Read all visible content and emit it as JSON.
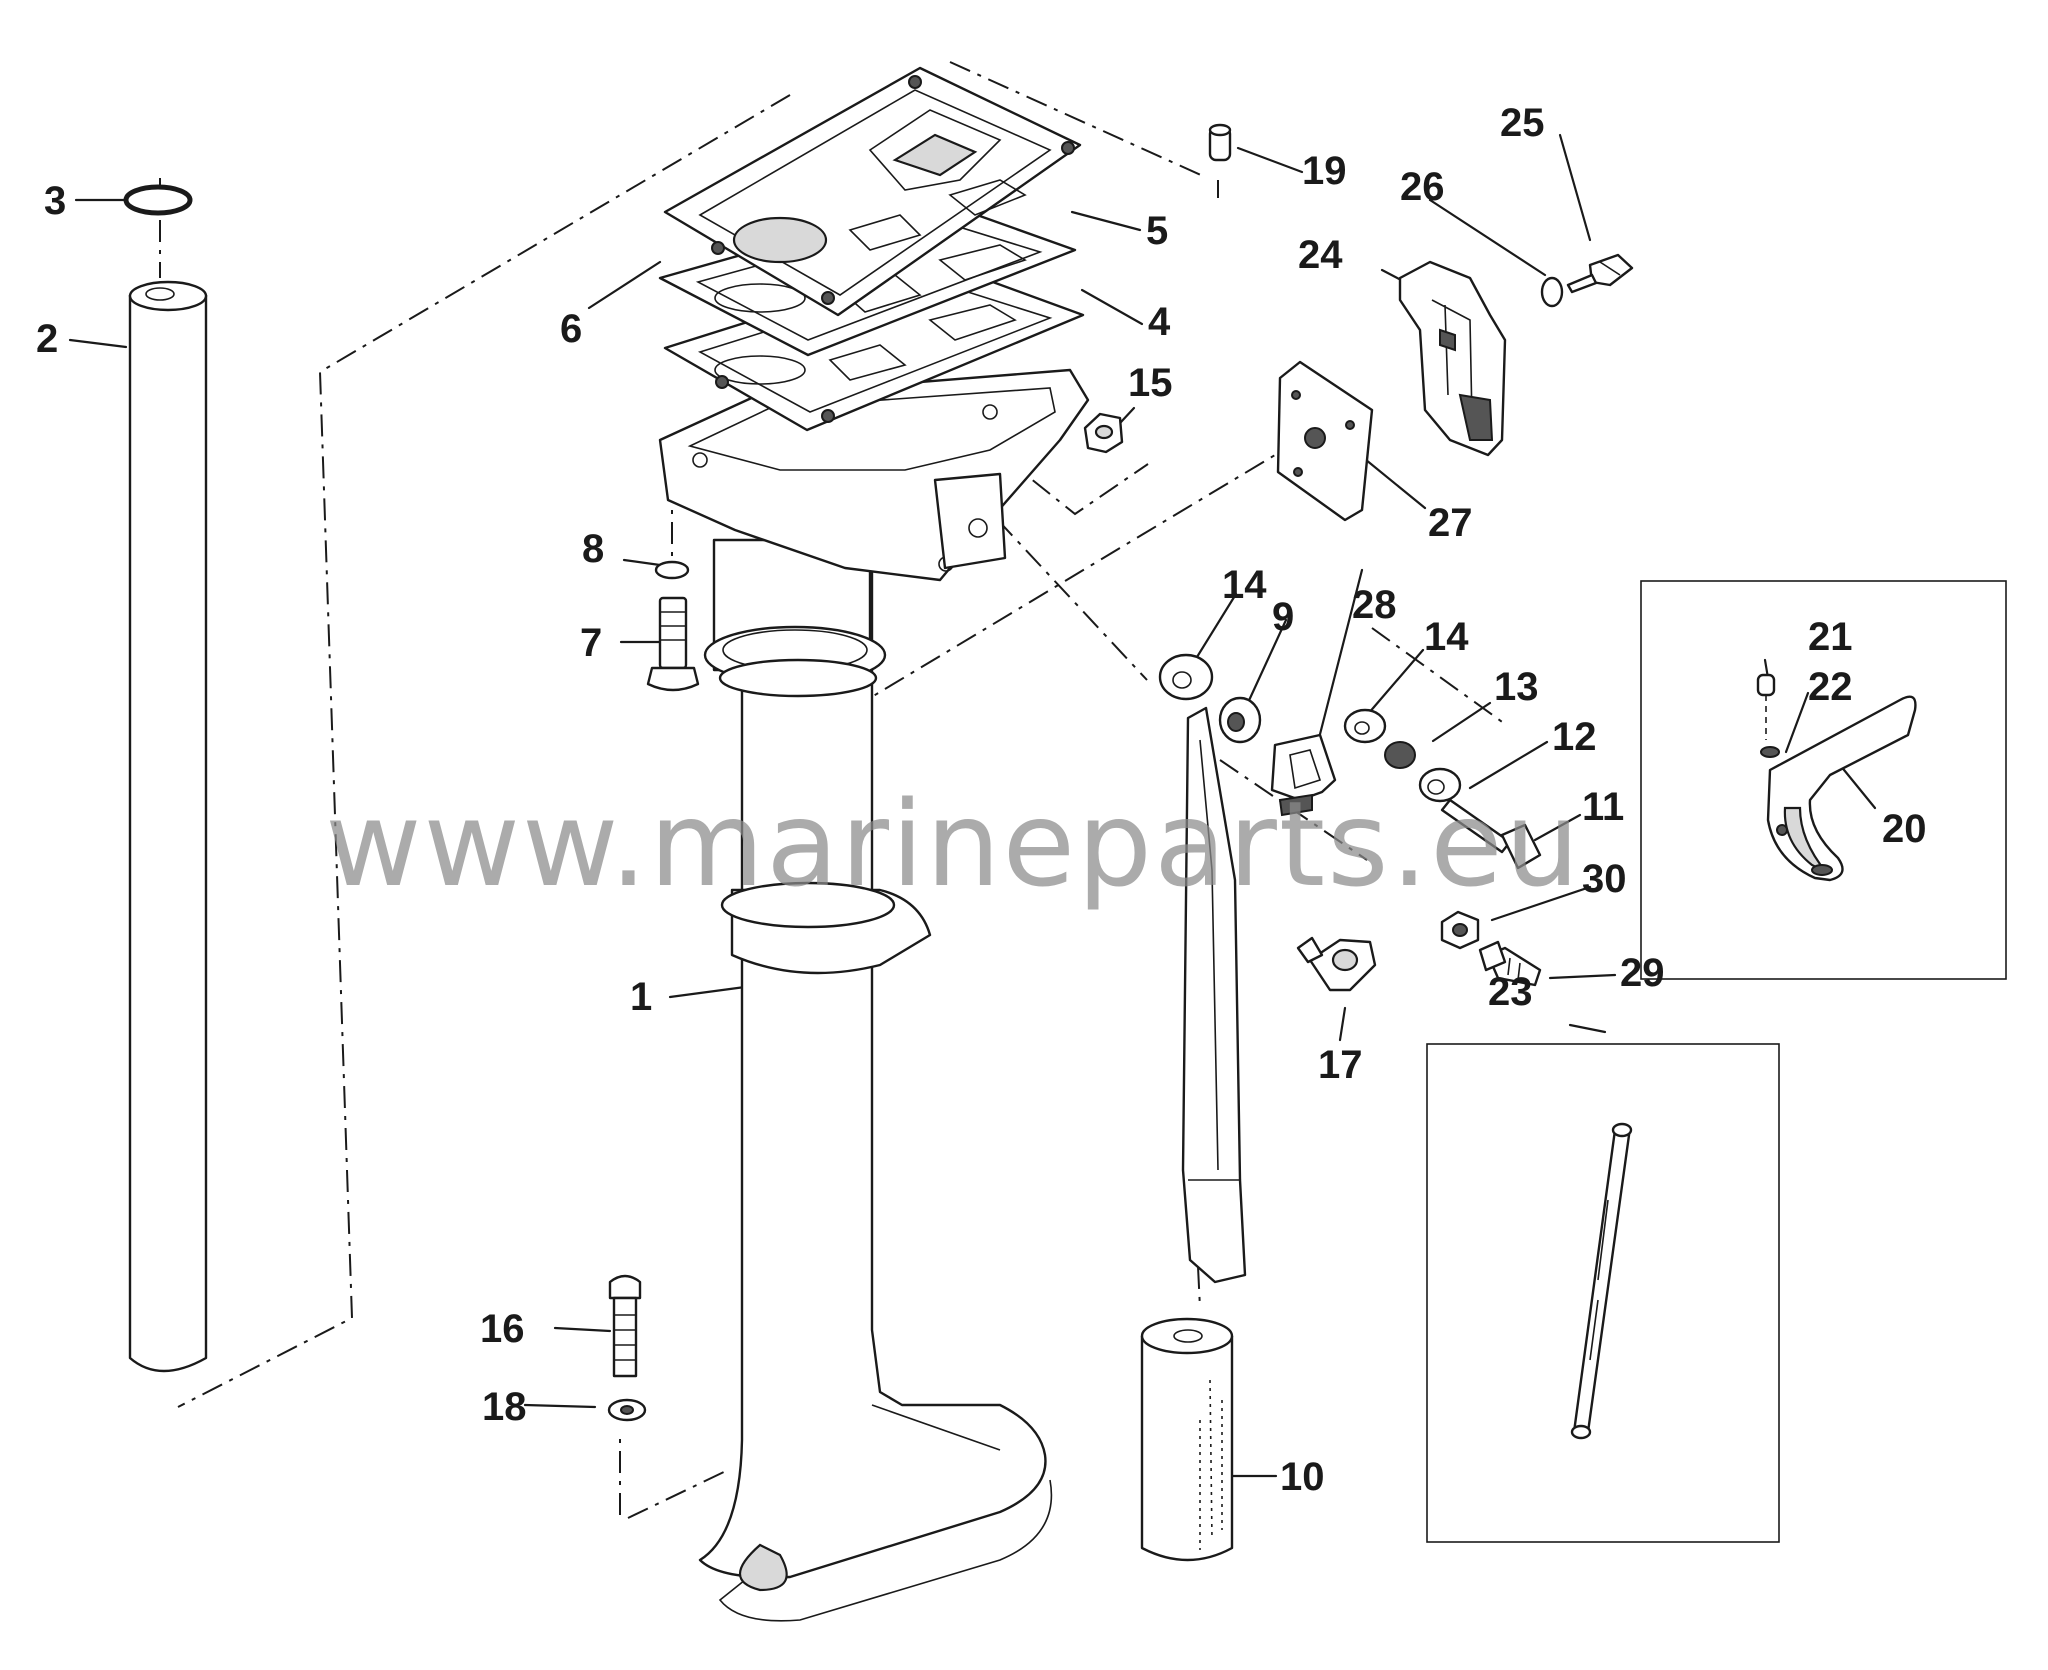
{
  "watermark": "www.marineparts.eu",
  "callouts": [
    {
      "id": "lbl-1",
      "text": "1"
    },
    {
      "id": "lbl-2",
      "text": "2"
    },
    {
      "id": "lbl-3",
      "text": "3"
    },
    {
      "id": "lbl-4",
      "text": "4"
    },
    {
      "id": "lbl-5",
      "text": "5"
    },
    {
      "id": "lbl-6",
      "text": "6"
    },
    {
      "id": "lbl-7",
      "text": "7"
    },
    {
      "id": "lbl-8",
      "text": "8"
    },
    {
      "id": "lbl-9",
      "text": "9"
    },
    {
      "id": "lbl-10",
      "text": "10"
    },
    {
      "id": "lbl-11",
      "text": "11"
    },
    {
      "id": "lbl-12",
      "text": "12"
    },
    {
      "id": "lbl-13",
      "text": "13"
    },
    {
      "id": "lbl-14a",
      "text": "14"
    },
    {
      "id": "lbl-14b",
      "text": "14"
    },
    {
      "id": "lbl-15",
      "text": "15"
    },
    {
      "id": "lbl-16",
      "text": "16"
    },
    {
      "id": "lbl-17",
      "text": "17"
    },
    {
      "id": "lbl-18",
      "text": "18"
    },
    {
      "id": "lbl-19",
      "text": "19"
    },
    {
      "id": "lbl-20",
      "text": "20"
    },
    {
      "id": "lbl-21",
      "text": "21"
    },
    {
      "id": "lbl-22",
      "text": "22"
    },
    {
      "id": "lbl-23",
      "text": "23"
    },
    {
      "id": "lbl-24",
      "text": "24"
    },
    {
      "id": "lbl-25",
      "text": "25"
    },
    {
      "id": "lbl-26",
      "text": "26"
    },
    {
      "id": "lbl-27",
      "text": "27"
    },
    {
      "id": "lbl-28",
      "text": "28"
    },
    {
      "id": "lbl-29",
      "text": "29"
    },
    {
      "id": "lbl-30",
      "text": "30"
    }
  ]
}
